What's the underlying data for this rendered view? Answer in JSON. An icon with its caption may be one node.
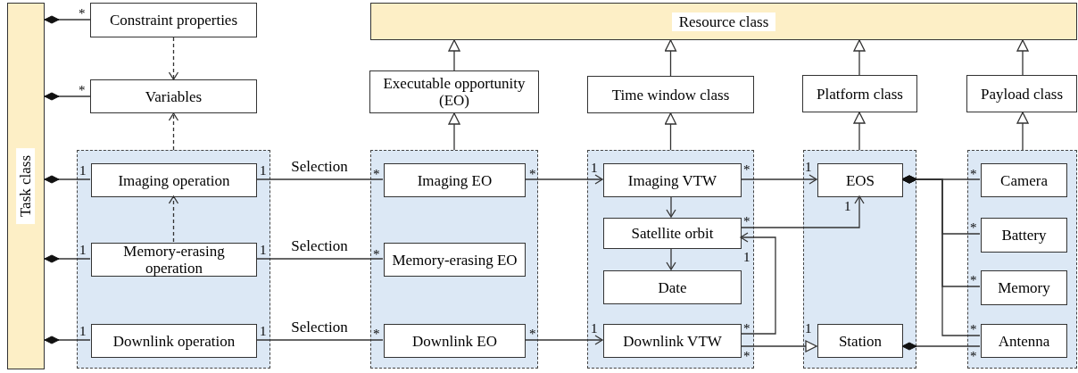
{
  "diagram": {
    "nodes": [
      {
        "text": [
          "Task class"
        ]
      },
      {
        "text": [
          "Resource class"
        ]
      },
      {
        "text": [
          "Constraint properties"
        ]
      },
      {
        "text": [
          "Variables"
        ]
      },
      {
        "text": [],
        "shape": "box"
      },
      {
        "text": [
          "Imaging operation"
        ],
        "in": 4
      },
      {
        "text": [
          "Memory-erasing operation"
        ],
        "in": 4
      },
      {
        "text": [
          "Downlink operation"
        ],
        "in": 4
      },
      {
        "text": [
          "Executable opportunity (EO)"
        ]
      },
      {
        "text": [],
        "shape": "box"
      },
      {
        "text": [
          "Imaging EO"
        ],
        "in": 9
      },
      {
        "text": [
          "Memory-erasing EO"
        ],
        "in": 9
      },
      {
        "text": [
          "Downlink EO"
        ],
        "in": 9
      },
      {
        "text": [
          "Time window class"
        ]
      },
      {
        "text": [],
        "shape": "box"
      },
      {
        "text": [
          "Imaging VTW"
        ],
        "in": 14
      },
      {
        "text": [
          "Satellite orbit"
        ],
        "in": 14
      },
      {
        "text": [
          "Date"
        ],
        "in": 14
      },
      {
        "text": [
          "Downlink VTW"
        ],
        "in": 14
      },
      {
        "text": [
          "Platform class"
        ]
      },
      {
        "text": [],
        "shape": "box"
      },
      {
        "text": [
          "EOS"
        ],
        "in": 20
      },
      {
        "text": [
          "Station"
        ],
        "in": 20
      },
      {
        "text": [
          "Payload class"
        ]
      },
      {
        "text": [],
        "shape": "box"
      },
      {
        "text": [
          "Camera"
        ],
        "in": 24
      },
      {
        "text": [
          "Battery"
        ],
        "in": 24
      },
      {
        "text": [
          "Memory"
        ],
        "in": 24
      },
      {
        "text": [
          "Antenna"
        ],
        "in": 24
      }
    ],
    "edges": [
      {
        "from": 2,
        "to": 0,
        "arrow": "other"
      },
      {
        "from": 3,
        "to": 0,
        "arrow": "other"
      },
      {
        "from": 5,
        "to": 0,
        "arrow": "other"
      },
      {
        "from": 6,
        "to": 0,
        "arrow": "other"
      },
      {
        "from": 7,
        "to": 0,
        "arrow": "other"
      },
      {
        "from": 2,
        "to": 3,
        "arrow": "to",
        "style": "dashed"
      },
      {
        "from": 4,
        "to": 3,
        "arrow": "to",
        "style": "dashed"
      },
      {
        "from": 6,
        "to": 5,
        "arrow": "to",
        "style": "dashed"
      },
      {
        "from": 5,
        "to": 10,
        "arrow": "none",
        "label": "Selection"
      },
      {
        "from": 6,
        "to": 11,
        "arrow": "none",
        "label": "Selection"
      },
      {
        "from": 7,
        "to": 12,
        "arrow": "none",
        "label": "Selection"
      },
      {
        "from": 8,
        "to": 1,
        "arrow": "to"
      },
      {
        "from": 9,
        "to": 8,
        "arrow": "to"
      },
      {
        "from": 13,
        "to": 1,
        "arrow": "to"
      },
      {
        "from": 14,
        "to": 13,
        "arrow": "to"
      },
      {
        "from": 19,
        "to": 1,
        "arrow": "to"
      },
      {
        "from": 20,
        "to": 19,
        "arrow": "to"
      },
      {
        "from": 23,
        "to": 1,
        "arrow": "to"
      },
      {
        "from": 24,
        "to": 23,
        "arrow": "to"
      },
      {
        "from": 10,
        "to": 15,
        "arrow": "to"
      },
      {
        "from": 12,
        "to": 18,
        "arrow": "to"
      },
      {
        "from": 15,
        "to": 21,
        "arrow": "to"
      },
      {
        "from": 15,
        "to": 16,
        "arrow": "to"
      },
      {
        "from": 16,
        "to": 17,
        "arrow": "to"
      },
      {
        "from": 16,
        "to": 21,
        "arrow": "to"
      },
      {
        "from": 18,
        "to": 16,
        "arrow": "to"
      },
      {
        "from": 18,
        "to": 22,
        "arrow": "to"
      },
      {
        "from": 25,
        "to": 21,
        "arrow": "other"
      },
      {
        "from": 26,
        "to": 21,
        "arrow": "other"
      },
      {
        "from": 27,
        "to": 21,
        "arrow": "other"
      },
      {
        "from": 28,
        "to": 21,
        "arrow": "other"
      },
      {
        "from": 28,
        "to": 22,
        "arrow": "other"
      }
    ],
    "labels": [
      "*",
      "*",
      "1",
      "1",
      "*",
      "*",
      "1",
      "*",
      "1",
      "*",
      "1",
      "*",
      "*",
      "1",
      "1",
      "*",
      "1",
      "*",
      "1",
      "1",
      "*",
      "*",
      "1",
      "*",
      "1",
      "*",
      "*",
      "*"
    ]
  }
}
